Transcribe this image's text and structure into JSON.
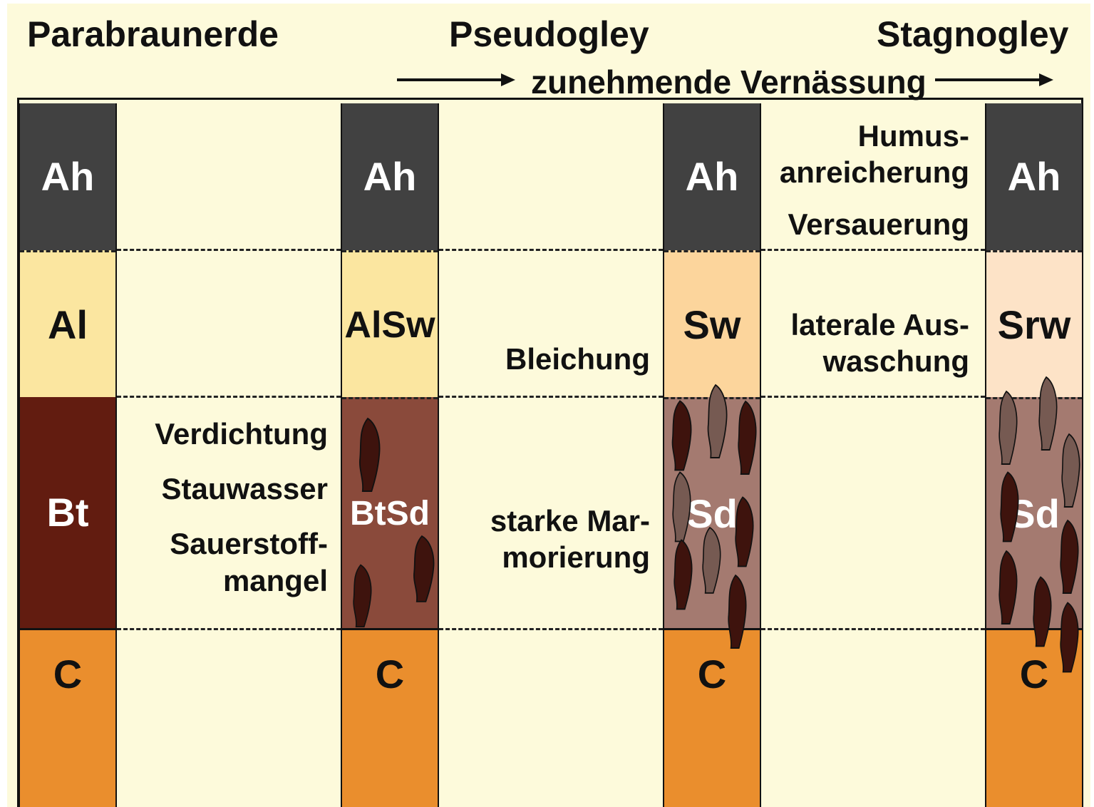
{
  "titles": {
    "parabraunerde": "Parabraunerde",
    "pseudogley": "Pseudogley",
    "stagnogley": "Stagnogley"
  },
  "gradient_label": "zunehmende Vernässung",
  "profiles": [
    {
      "horizons": [
        "Ah",
        "Al",
        "Bt",
        "C"
      ]
    },
    {
      "horizons": [
        "Ah",
        "AlSw",
        "BtSd",
        "C"
      ]
    },
    {
      "horizons": [
        "Ah",
        "Sw",
        "Sd",
        "C"
      ]
    },
    {
      "horizons": [
        "Ah",
        "Srw",
        "Sd",
        "C"
      ]
    }
  ],
  "processes": {
    "verdichtung": "Verdichtung",
    "stauwasser": "Stauwasser",
    "sauerstoff_1": "Sauerstoff-",
    "sauerstoff_2": "mangel",
    "bleichung": "Bleichung",
    "marmorierung_1": "starke Mar-",
    "marmorierung_2": "morierung",
    "humus_1": "Humus-",
    "humus_2": "anreicherung",
    "versauerung": "Versauerung",
    "auswaschung_1": "laterale Aus-",
    "auswaschung_2": "waschung"
  },
  "colors": {
    "panel_bg": "#fdfadb",
    "ah": "#414141",
    "al": "#fbe6a0",
    "alsw": "#fbe6a0",
    "sw": "#fcd59c",
    "srw": "#fde3c7",
    "bt": "#621c10",
    "btsd": "#8a4a3b",
    "sd": "#a47a70",
    "c": "#ea8e2d",
    "mottle_dark": "#3e130d",
    "mottle_light": "#765a52"
  }
}
